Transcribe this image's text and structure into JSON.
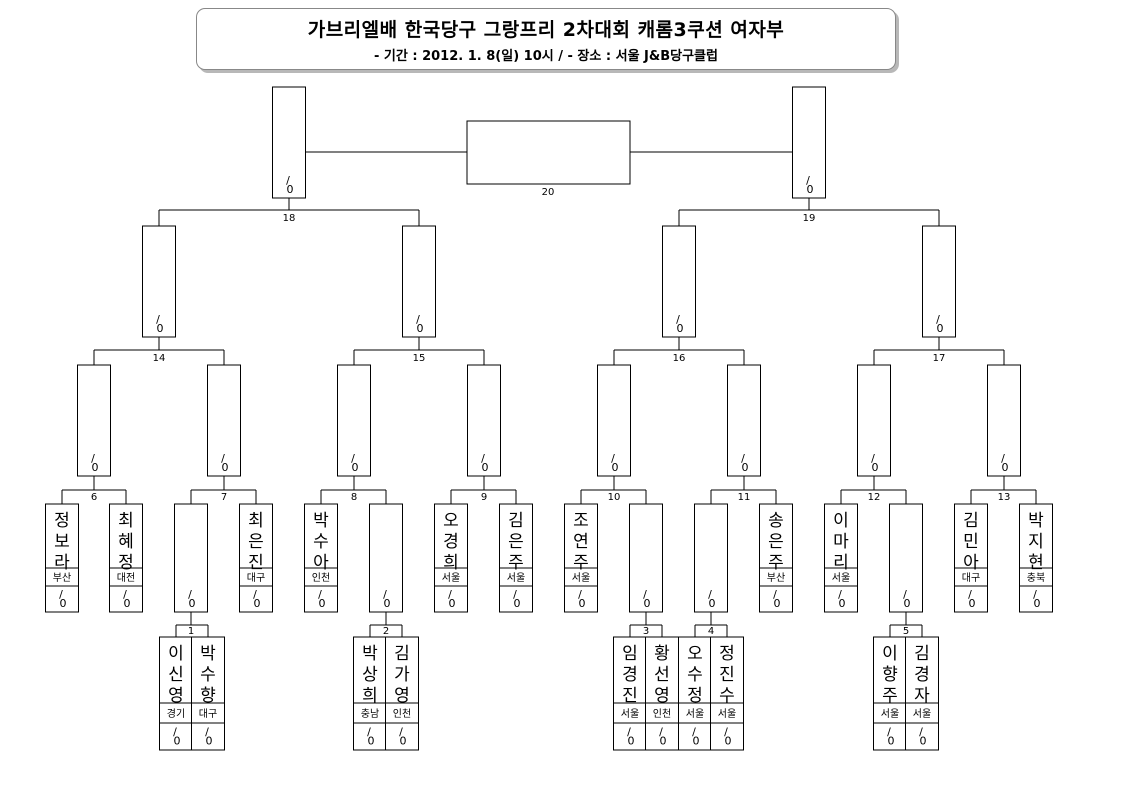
{
  "header": {
    "title": "가브리엘배 한국당구 그랑프리 2차대회 캐롬3쿠션 여자부",
    "subtitle": "- 기간 : 2012. 1. 8(일) 10시  /   - 장소 : 서울 J&B당구클럽"
  },
  "match_numbers": {
    "m1": "1",
    "m2": "2",
    "m3": "3",
    "m4": "4",
    "m5": "5",
    "m6": "6",
    "m7": "7",
    "m8": "8",
    "m9": "9",
    "m10": "10",
    "m11": "11",
    "m12": "12",
    "m13": "13",
    "m14": "14",
    "m15": "15",
    "m16": "16",
    "m17": "17",
    "m18": "18",
    "m19": "19",
    "m20": "20"
  },
  "slot_mark": "/",
  "score_mark": "0",
  "players": {
    "p6a": {
      "name": "정보라",
      "region": "부산"
    },
    "p6b": {
      "name": "최혜정",
      "region": "대전"
    },
    "p7b": {
      "name": "최은진",
      "region": "대구"
    },
    "p8a": {
      "name": "박수아",
      "region": "인천"
    },
    "p9a": {
      "name": "오경희",
      "region": "서울"
    },
    "p9b": {
      "name": "김은주",
      "region": "서울"
    },
    "p10a": {
      "name": "조연주",
      "region": "서울"
    },
    "p11b": {
      "name": "송은주",
      "region": "부산"
    },
    "p12a": {
      "name": "이마리",
      "region": "서울"
    },
    "p13a": {
      "name": "김민아",
      "region": "대구"
    },
    "p13b": {
      "name": "박지현",
      "region": "충북"
    },
    "p1a": {
      "name": "이신영",
      "region": "경기"
    },
    "p1b": {
      "name": "박수향",
      "region": "대구"
    },
    "p2a": {
      "name": "박상희",
      "region": "충남"
    },
    "p2b": {
      "name": "김가영",
      "region": "인천"
    },
    "p3a": {
      "name": "임경진",
      "region": "서울"
    },
    "p3b": {
      "name": "황선영",
      "region": "인천"
    },
    "p4a": {
      "name": "오수정",
      "region": "서울"
    },
    "p4b": {
      "name": "정진수",
      "region": "서울"
    },
    "p5a": {
      "name": "이향주",
      "region": "서울"
    },
    "p5b": {
      "name": "김경자",
      "region": "서울"
    }
  }
}
